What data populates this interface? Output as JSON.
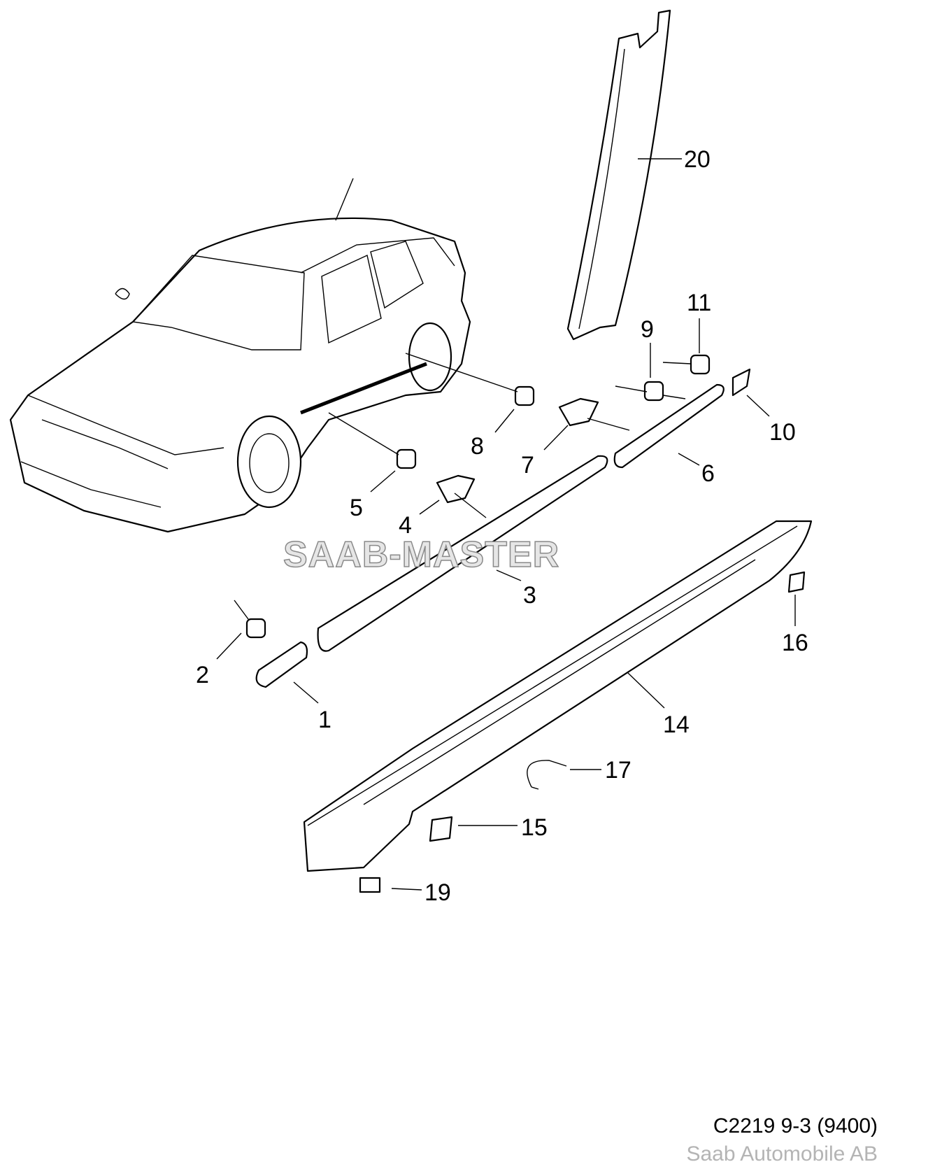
{
  "diagram": {
    "watermark": "SAAB-MASTER",
    "callouts": [
      "1",
      "2",
      "3",
      "4",
      "5",
      "6",
      "7",
      "8",
      "9",
      "10",
      "11",
      "14",
      "15",
      "16",
      "17",
      "19",
      "20"
    ]
  },
  "footer": {
    "reference": "C2219 9-3 (9400)",
    "company": "Saab Automobile AB"
  }
}
